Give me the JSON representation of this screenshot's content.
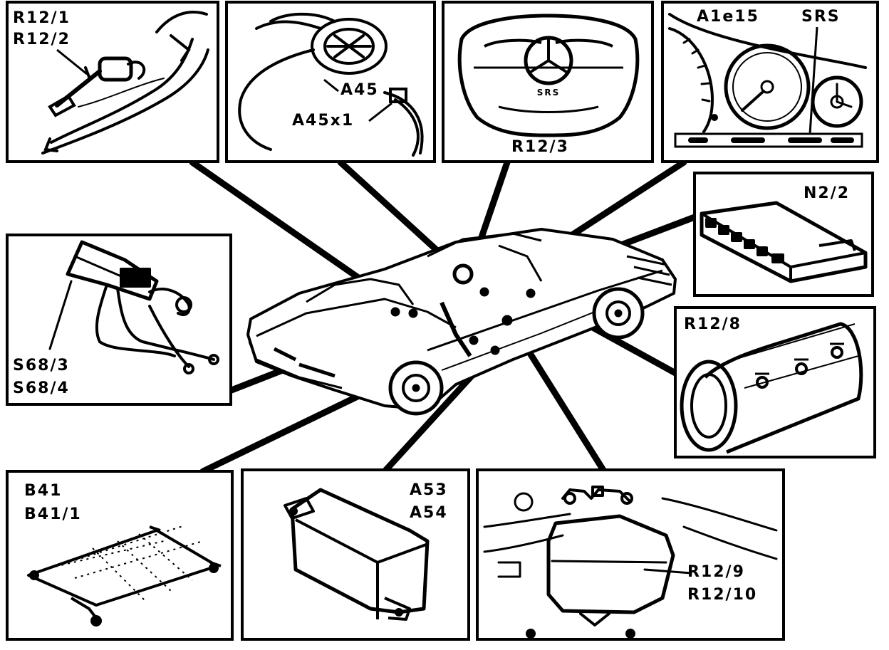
{
  "labels": {
    "seatbelt": [
      "R12/1",
      "R12/2"
    ],
    "clockspring": "A45",
    "clockspring_connector": "A45x1",
    "driver_airbag": "R12/3",
    "cluster_code": "A1e15",
    "cluster_srs": "SRS",
    "control_unit": "N2/2",
    "passenger_airbag": "R12/8",
    "buckle_switch": [
      "S68/3",
      "S68/4"
    ],
    "seat_sensor": [
      "B41",
      "B41/1"
    ],
    "module": [
      "A53",
      "A54"
    ],
    "side_airbag": [
      "R12/9",
      "R12/10"
    ],
    "steering_hub": "SRS"
  },
  "colors": {
    "ink": "#000000",
    "paper": "#ffffff"
  }
}
